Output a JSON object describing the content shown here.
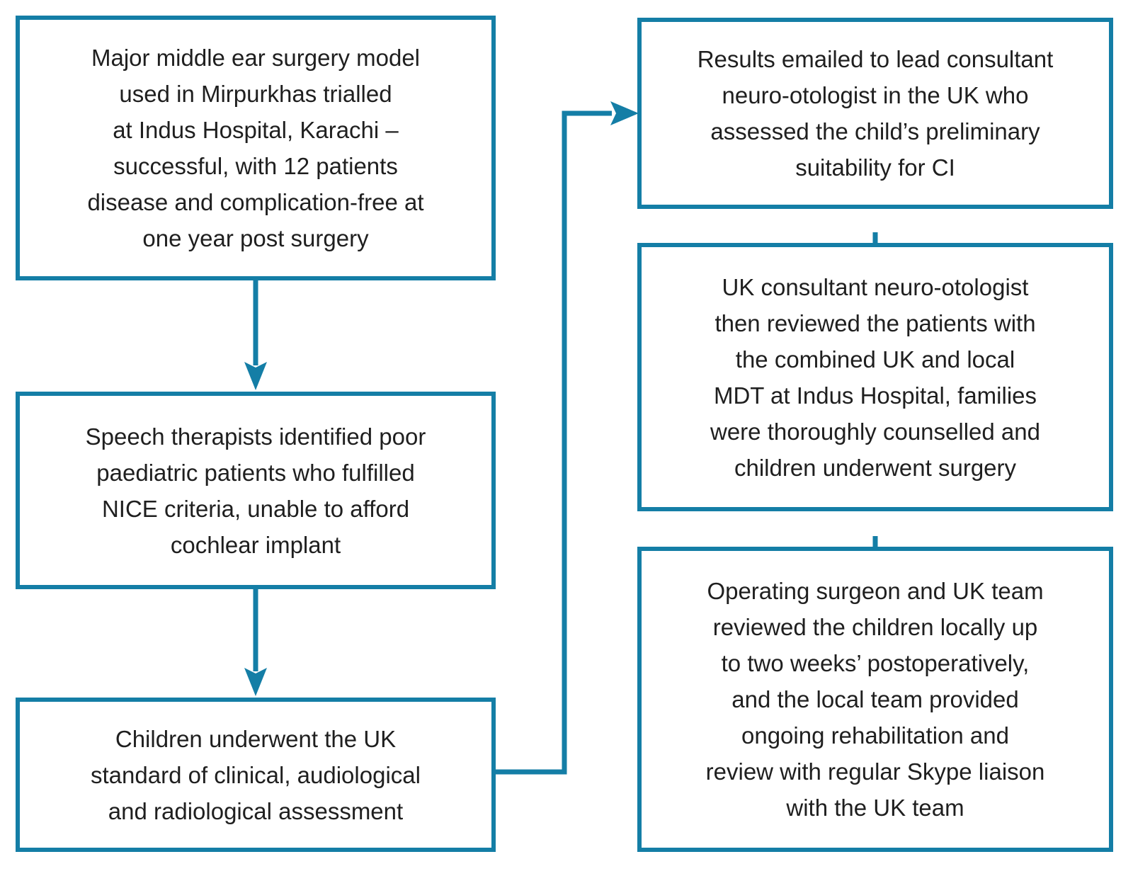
{
  "diagram": {
    "type": "flowchart",
    "accent_color": "#147ea6",
    "text_color": "#1f1f1f",
    "nodes": [
      {
        "id": "trial",
        "text": "Major middle ear surgery model\nused in Mirpurkhas trialled\nat Indus Hospital, Karachi –\nsuccessful, with 12 patients\ndisease and complication-free at\none year post surgery"
      },
      {
        "id": "identify",
        "text": "Speech therapists identified poor\npaediatric patients who fulfilled\nNICE criteria, unable to afford\ncochlear implant"
      },
      {
        "id": "assessment",
        "text": "Children underwent the UK\nstandard of clinical, audiological\nand radiological assessment"
      },
      {
        "id": "results",
        "text": "Results emailed to lead consultant\nneuro-otologist in the UK who\nassessed the child’s preliminary\nsuitability for CI"
      },
      {
        "id": "mdt",
        "text": "UK consultant neuro-otologist\nthen reviewed the patients with\nthe combined UK and local\nMDT at Indus Hospital, families\nwere thoroughly counselled and\nchildren underwent surgery"
      },
      {
        "id": "postop",
        "text": "Operating surgeon and UK team\nreviewed the children locally up\nto two weeks’ postoperatively,\nand the local team provided\nongoing rehabilitation and\nreview with regular Skype liaison\nwith the UK team"
      }
    ],
    "edges": [
      {
        "from": "trial",
        "to": "identify",
        "style": "straight-down"
      },
      {
        "from": "identify",
        "to": "assessment",
        "style": "straight-down"
      },
      {
        "from": "assessment",
        "to": "results",
        "style": "elbow-right-up"
      },
      {
        "from": "results",
        "to": "mdt",
        "style": "straight-down"
      },
      {
        "from": "mdt",
        "to": "postop",
        "style": "straight-down"
      }
    ]
  }
}
